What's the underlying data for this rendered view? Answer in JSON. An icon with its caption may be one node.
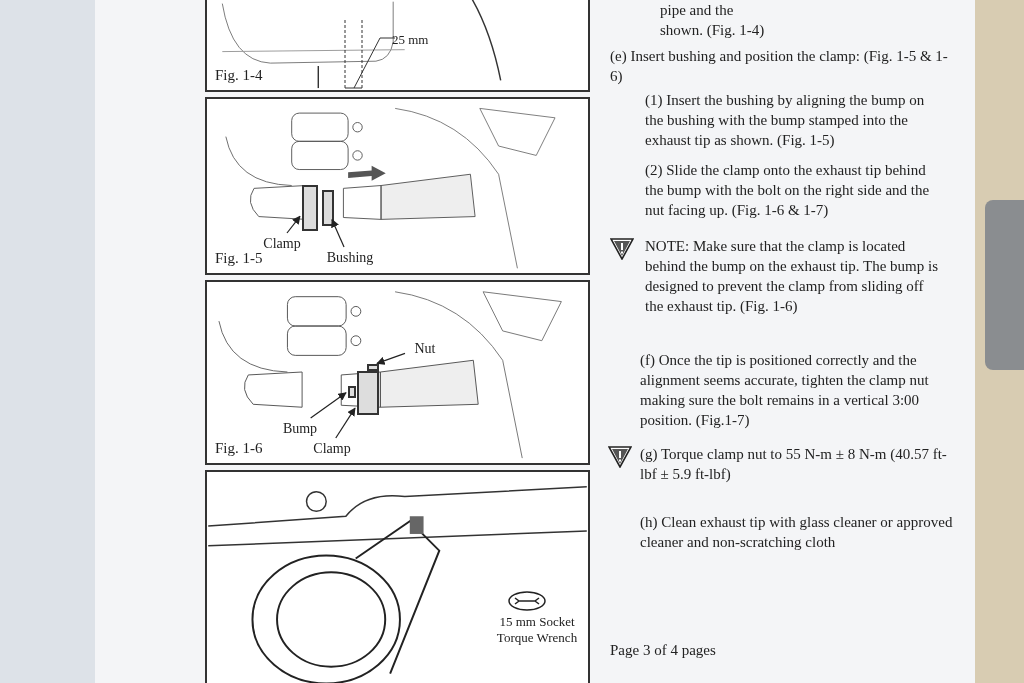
{
  "diagram": {
    "nodes": [
      {
        "text": [
          "Fig. 1-4"
        ]
      },
      {
        "text": [
          "Fig. 1-5"
        ]
      },
      {
        "text": [
          "Clamp"
        ],
        "in": 1
      },
      {
        "text": [
          "Bushing"
        ],
        "in": 1
      },
      {
        "text": [],
        "shape": "box",
        "in": 1
      },
      {
        "text": [],
        "shape": "box",
        "in": 1
      },
      {
        "text": [
          "Fig. 1-6"
        ]
      },
      {
        "text": [
          "Nut"
        ],
        "in": 6
      },
      {
        "text": [
          "Bump"
        ],
        "in": 6
      },
      {
        "text": [
          "Clamp"
        ],
        "in": 6
      },
      {
        "text": [],
        "shape": "box",
        "in": 6
      },
      {
        "text": [],
        "shape": "box",
        "in": 6
      },
      {
        "text": [],
        "shape": "box",
        "in": 6
      },
      {
        "text": [
          "15 mm Socket Torque Wrench"
        ]
      }
    ],
    "edges": [
      {
        "from": 2,
        "to": 4,
        "arrow": "to"
      },
      {
        "from": 3,
        "to": 5,
        "arrow": "to"
      },
      {
        "from": 7,
        "to": 10,
        "arrow": "to"
      },
      {
        "from": 8,
        "to": 11,
        "arrow": "to"
      },
      {
        "from": 9,
        "to": 12,
        "arrow": "to"
      }
    ],
    "labels": [
      "25 mm",
      "pipe and the",
      "shown. (Fig. 1-4)",
      "(e) Insert bushing and position the clamp: (Fig. 1-5 & 1-6)",
      "(1) Insert the bushing by aligning the bump on the bushing with the bump stamped into the exhaust tip as shown. (Fig. 1-5)",
      "(2) Slide the clamp onto the exhaust tip behind the bump with the bolt on the right side and the nut facing up. (Fig. 1-6 & 1-7)",
      "NOTE: Make sure that the clamp is located behind the bump on the exhaust tip. The bump is designed to prevent the clamp from sliding off the exhaust tip. (Fig. 1-6)",
      "(f) Once the tip is positioned correctly and the alignment seems accurate, tighten the clamp nut making sure the bolt remains in a vertical 3:00 position. (Fig.1-7)",
      "(g) Torque clamp nut to 55 N-m ± 8 N-m (40.57 ft-lbf ± 5.9 ft-lbf)",
      "(h) Clean exhaust tip with glass cleaner or approved cleaner and non-scratching cloth",
      "Page 3 of 4 pages"
    ]
  }
}
